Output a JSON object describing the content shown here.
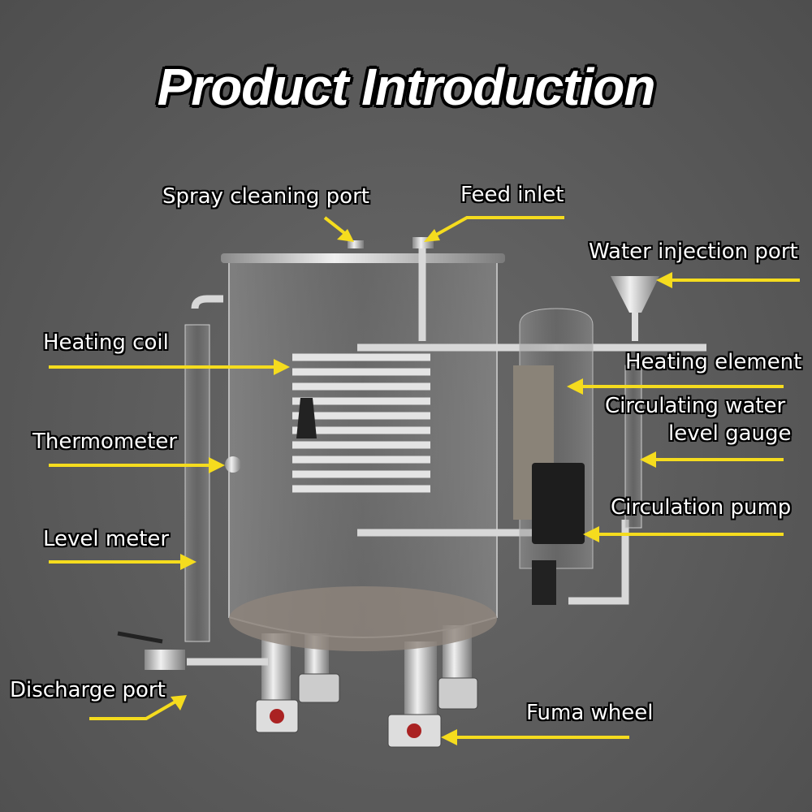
{
  "title": "Product Introduction",
  "labels": {
    "spray_cleaning_port": "Spray cleaning port",
    "feed_inlet": "Feed inlet",
    "water_injection_port": "Water injection port",
    "heating_coil": "Heating coil",
    "heating_element": "Heating element",
    "circulating_gauge_line1": "Circulating water",
    "circulating_gauge_line2": "level gauge",
    "thermometer": "Thermometer",
    "circulation_pump": "Circulation pump",
    "level_meter": "Level meter",
    "discharge_port": "Discharge port",
    "fuma_wheel": "Fuma wheel"
  },
  "colors": {
    "arrow": "#f5dc1e",
    "background": "#5c5c5c"
  }
}
